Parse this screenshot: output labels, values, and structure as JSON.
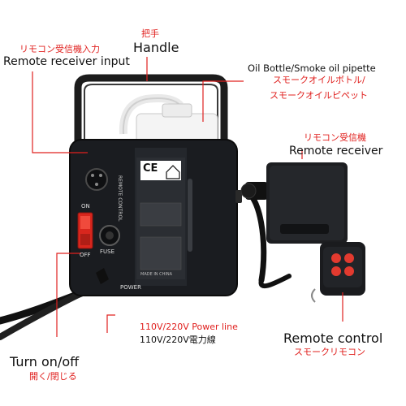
{
  "colors": {
    "callout_red": "#e0201e",
    "label_black": "#111111",
    "machine_body": "#1a1c20",
    "switch_red": "#d8261d"
  },
  "labels": {
    "handle_jp": "把手",
    "handle_en": "Handle",
    "remote_input_jp": "リモコン受信機入力",
    "remote_input_en": "Remote receiver input",
    "oil_bottle_en": "Oil Bottle/Smoke oil pipette",
    "oil_bottle_jp1": "スモークオイルボトル/",
    "oil_bottle_jp2": "スモークオイルピペット",
    "receiver_jp": "リモコン受信機",
    "receiver_en": "Remote receiver",
    "power_line_en": "110V/220V Power line",
    "power_line_jp": "110V/220V電力線",
    "turn_onoff_en": "Turn on/off",
    "turn_onoff_jp": "開く/閉じる",
    "remote_control_en": "Remote control",
    "remote_control_jp": "スモークリモコン"
  },
  "device": {
    "on_label": "ON",
    "off_label": "OFF",
    "fuse_label": "FUSE",
    "power_label": "POWER",
    "remote_control_text": "REMOTE CONTROL",
    "made_in": "MADE IN CHINA",
    "ce_mark": "CE"
  },
  "icons": {
    "handle": "handle-icon",
    "bottle": "oil-bottle-icon",
    "switch": "power-switch-icon",
    "remote": "remote-fob-icon"
  }
}
